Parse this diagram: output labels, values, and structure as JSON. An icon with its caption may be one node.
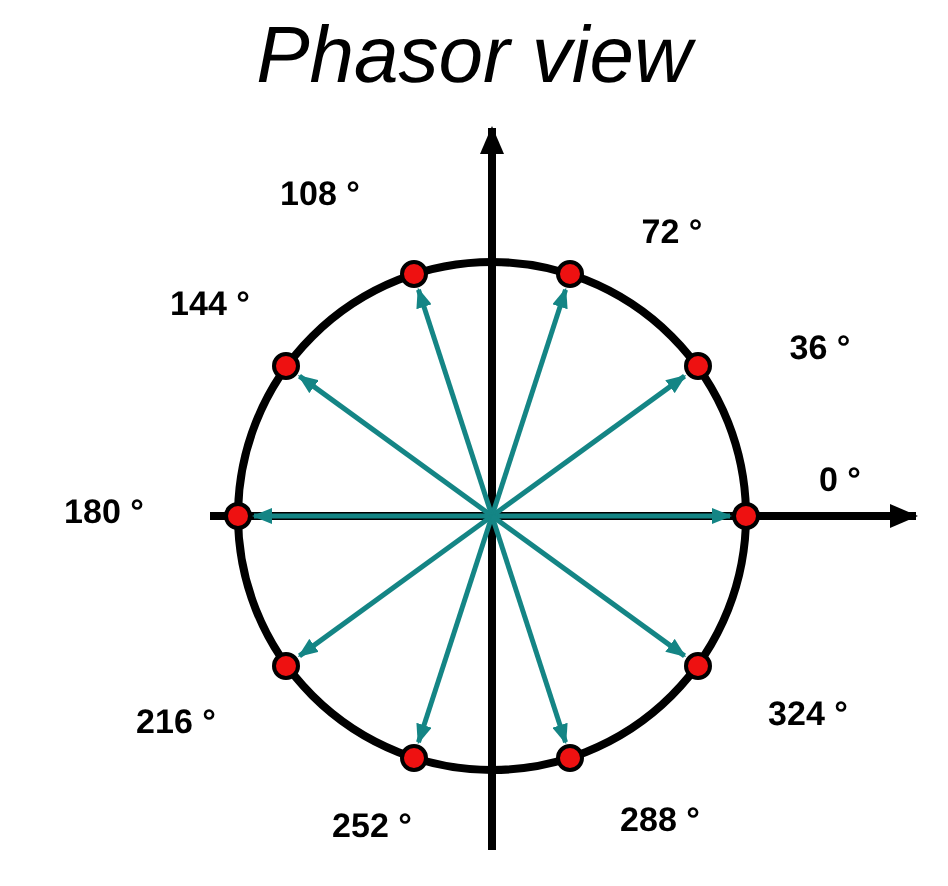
{
  "diagram": {
    "title": "Phasor view",
    "nodes": [
      {
        "text": [],
        "shape": "circle",
        "beside": [
          "0 °"
        ]
      },
      {
        "text": [],
        "shape": "circle",
        "beside": [
          "36 °"
        ]
      },
      {
        "text": [],
        "shape": "circle",
        "beside": [
          "72 °"
        ]
      },
      {
        "text": [],
        "shape": "circle",
        "beside": [
          "108 °"
        ]
      },
      {
        "text": [],
        "shape": "circle",
        "beside": [
          "144 °"
        ]
      },
      {
        "text": [],
        "shape": "circle",
        "beside": [
          "180 °"
        ]
      },
      {
        "text": [],
        "shape": "circle",
        "beside": [
          "216 °"
        ]
      },
      {
        "text": [],
        "shape": "circle",
        "beside": [
          "252 °"
        ]
      },
      {
        "text": [],
        "shape": "circle",
        "beside": [
          "288 °"
        ]
      },
      {
        "text": [],
        "shape": "circle",
        "beside": [
          "324 °"
        ]
      }
    ],
    "edges": [
      {
        "from": null,
        "to": 0,
        "arrow": "to"
      },
      {
        "from": null,
        "to": 1,
        "arrow": "to"
      },
      {
        "from": null,
        "to": 2,
        "arrow": "to"
      },
      {
        "from": null,
        "to": 3,
        "arrow": "to"
      },
      {
        "from": null,
        "to": 4,
        "arrow": "to"
      },
      {
        "from": null,
        "to": 5,
        "arrow": "to"
      },
      {
        "from": null,
        "to": 6,
        "arrow": "to"
      },
      {
        "from": null,
        "to": 7,
        "arrow": "to"
      },
      {
        "from": null,
        "to": 8,
        "arrow": "to"
      },
      {
        "from": null,
        "to": 9,
        "arrow": "to"
      }
    ]
  }
}
